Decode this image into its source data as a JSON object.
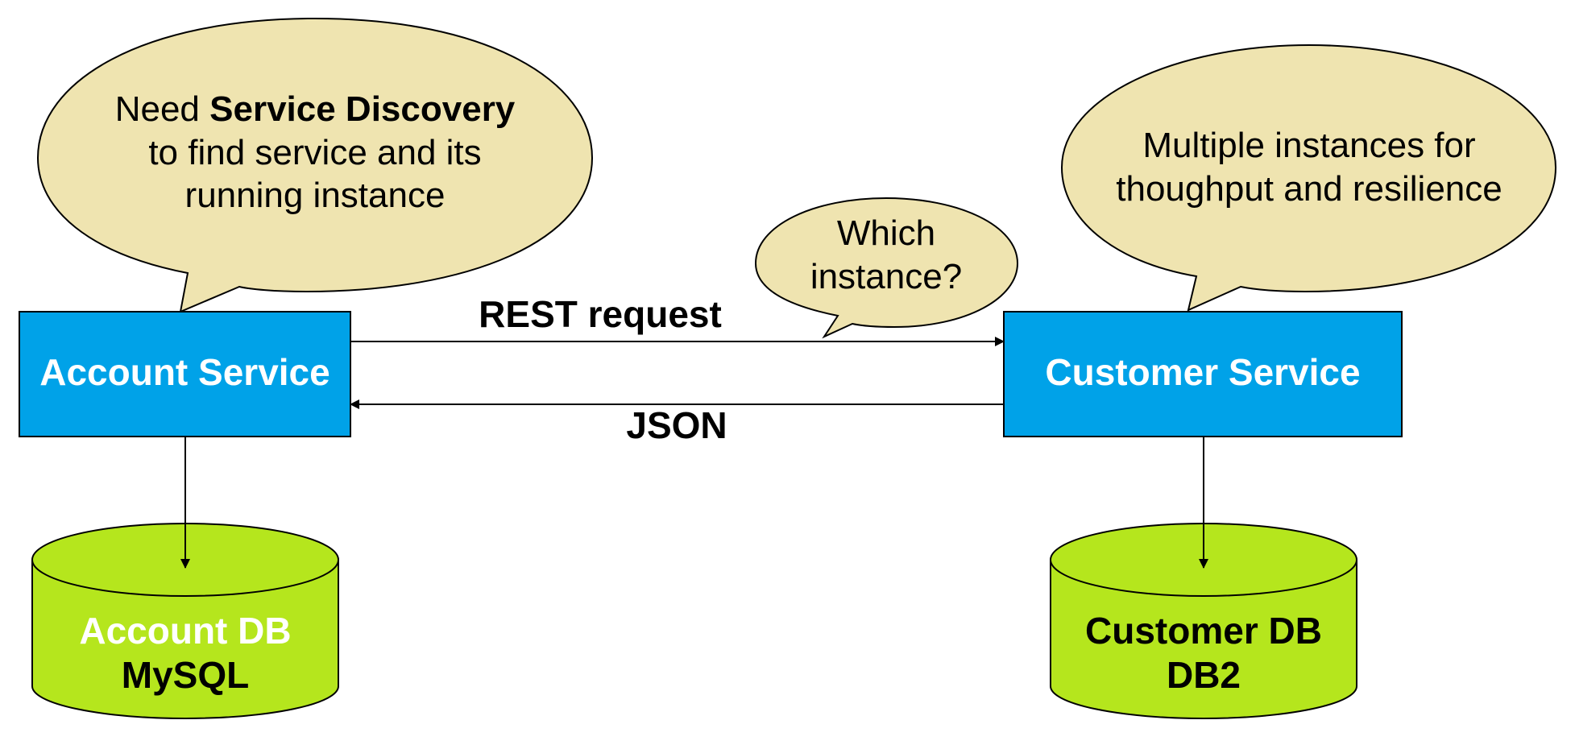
{
  "colors": {
    "service_box": "#00a2e8",
    "database": "#b5e61d",
    "bubble": "#efe4b0",
    "stroke": "#000000",
    "white_text": "#ffffff"
  },
  "bubbles": {
    "discovery": {
      "prefix": "Need",
      "bold": "Service Discovery",
      "line2": "to find service and its",
      "line3": "running instance"
    },
    "which_instance": {
      "line1": "Which",
      "line2": "instance?"
    },
    "multiple_instances": {
      "line1": "Multiple instances for",
      "line2": "thoughput and resilience"
    }
  },
  "services": {
    "account": {
      "label": "Account Service"
    },
    "customer": {
      "label": "Customer Service"
    }
  },
  "arrows": {
    "request_label": "REST request",
    "response_label": "JSON"
  },
  "databases": {
    "account": {
      "name": "Account DB",
      "engine": "MySQL"
    },
    "customer": {
      "name": "Customer DB",
      "engine": "DB2"
    }
  }
}
